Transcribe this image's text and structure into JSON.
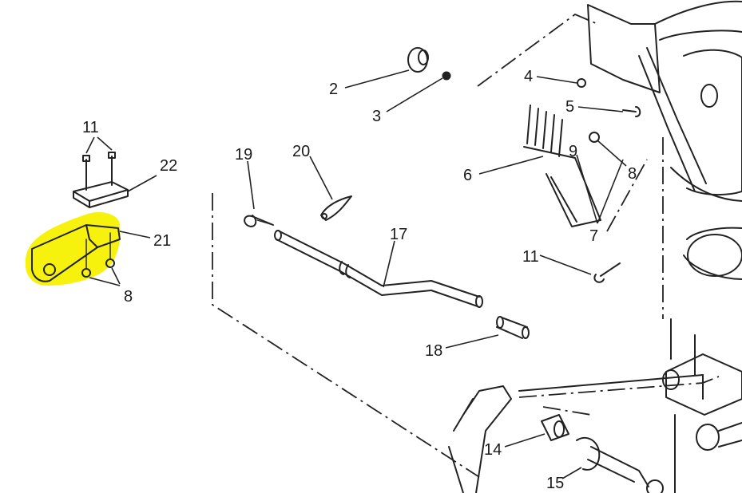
{
  "diagram": {
    "highlight_color": "#f5f000",
    "labels": {
      "l2": "2",
      "l3": "3",
      "l4": "4",
      "l5": "5",
      "l6": "6",
      "l7": "7",
      "l8a": "8",
      "l8b": "8",
      "l9": "9",
      "l11a": "11",
      "l11b": "11",
      "l14": "14",
      "l15": "15",
      "l17": "17",
      "l18": "18",
      "l19": "19",
      "l20": "20",
      "l21": "21",
      "l22": "22"
    }
  }
}
